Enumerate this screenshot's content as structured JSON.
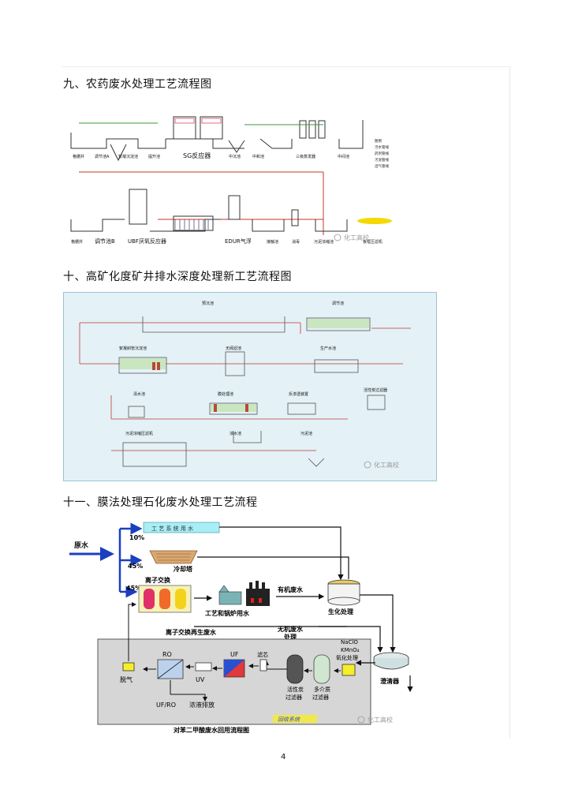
{
  "sections": [
    {
      "heading": "九、农药废水处理工艺流程图",
      "labels": {
        "l1": "格栅井",
        "l2": "调节池A",
        "l3": "絮凝沉淀池",
        "l4": "提升池",
        "l5": "SG反应器",
        "l6": "中沉池",
        "l7": "中和池",
        "l8": "三级蒸发器",
        "l9": "中间池",
        "l10": "调节池B",
        "l11": "UBF厌氧反应器",
        "l12": "EDUR气浮",
        "l13": "接触池",
        "l14": "消毒",
        "l15": "污泥浓缩池",
        "l16": "板框压滤机",
        "legend_title": "图例",
        "legend_1": "污水管线",
        "legend_2": "药剂管线",
        "legend_3": "污泥管线",
        "legend_4": "沼气管线"
      },
      "watermark": "化工高校"
    },
    {
      "heading": "十、高矿化度矿井排水深度处理新工艺流程图",
      "labels": {
        "l1": "预沉池",
        "l2": "调节池",
        "l3": "絮凝斜管沉淀池",
        "l4": "无阀滤池",
        "l5": "生产水池",
        "l6": "清水池",
        "l7": "膜处理池",
        "l8": "反渗透装置",
        "l9": "活性炭过滤器",
        "l10": "污泥浓缩压滤机",
        "l11": "浓水池",
        "l12": "污泥池"
      },
      "watermark": "化工高校"
    },
    {
      "heading": "十一、膜法处理石化废水处理工艺流程",
      "labels": {
        "raw_water": "原水",
        "pct_10": "10%",
        "pct_45a": "45%",
        "pct_45b": "45%",
        "process_line": "工 艺 系 统 用 水",
        "cooling_tower": "冷却塔",
        "ion_exchange": "离子交换",
        "process_boiler": "工艺和锅炉用水",
        "organic_ww": "有机废水",
        "biochem": "生化处理",
        "ion_regen": "离子交换再生废水",
        "inorganic_ww": "无机废水",
        "inorganic_ww2": "处理",
        "clarifier": "澄清器",
        "oxidant_1": "NaClO",
        "oxidant_2": "KMnO₄",
        "oxidation": "氧化处理",
        "multimedia": "多介质",
        "multimedia2": "过滤器",
        "carbon": "活性炭",
        "carbon2": "过滤器",
        "filter_core": "滤芯",
        "uf": "UF",
        "ro": "RO",
        "uv": "UV",
        "degas": "脱气",
        "ufro": "UF/RO",
        "concentrate": "浓液排放",
        "recovery_system": "回收系统",
        "caption": "对苯二甲酸废水回用流程图"
      },
      "watermark": "化工高校"
    }
  ],
  "page_number": "4"
}
